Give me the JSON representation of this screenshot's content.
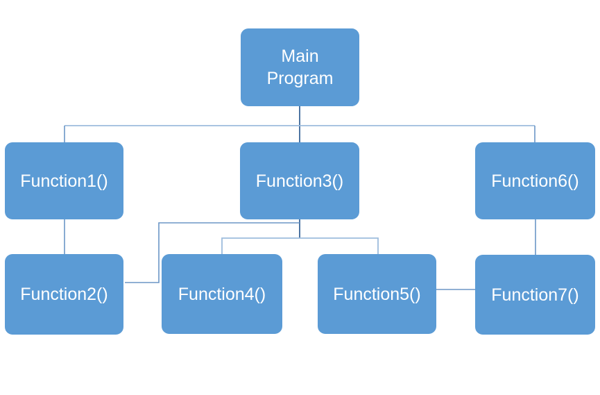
{
  "diagram": {
    "type": "hierarchy-flowchart",
    "description": "Program call-structure diagram with Main Program at top and seven functions below"
  },
  "colors": {
    "background": "#ffffff",
    "node_fill": "#5b9bd5",
    "node_text": "#ffffff",
    "connector": "#6b96c6",
    "connector_light": "#9dbcdd",
    "connector_dark": "#4d75a3"
  },
  "nodes": {
    "main": {
      "label": "Main\nProgram"
    },
    "f1": {
      "label": "Function1()"
    },
    "f2": {
      "label": "Function2()"
    },
    "f3": {
      "label": "Function3()"
    },
    "f4": {
      "label": "Function4()"
    },
    "f5": {
      "label": "Function5()"
    },
    "f6": {
      "label": "Function6()"
    },
    "f7": {
      "label": "Function7()"
    }
  },
  "edges": [
    {
      "from": "Main Program",
      "to": "Function1()"
    },
    {
      "from": "Main Program",
      "to": "Function3()"
    },
    {
      "from": "Main Program",
      "to": "Function6()"
    },
    {
      "from": "Function1()",
      "to": "Function2()"
    },
    {
      "from": "Function3()",
      "to": "Function2()"
    },
    {
      "from": "Function3()",
      "to": "Function4()"
    },
    {
      "from": "Function3()",
      "to": "Function5()"
    },
    {
      "from": "Function6()",
      "to": "Function7()"
    },
    {
      "from": "Function5()",
      "to": "Function7()"
    }
  ]
}
